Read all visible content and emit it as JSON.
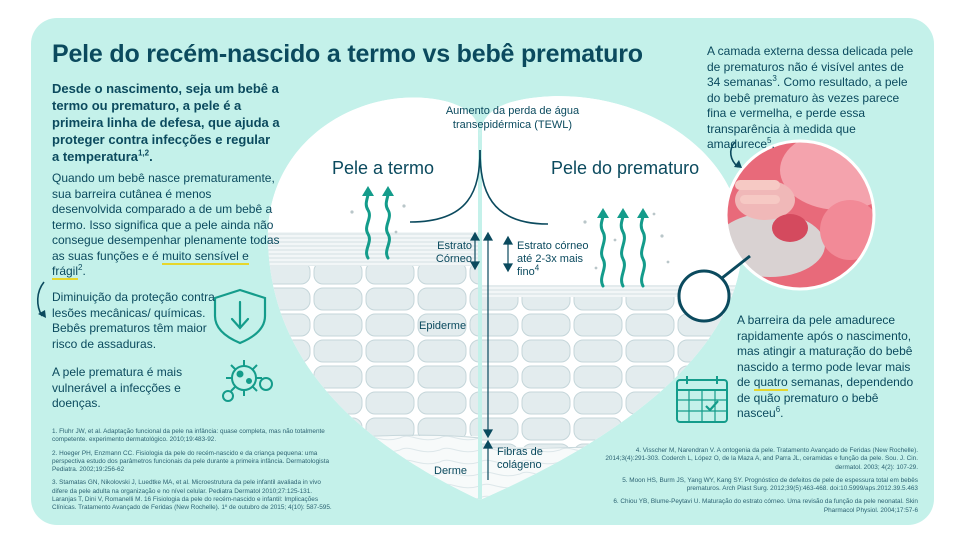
{
  "title": "Pele do recém-nascido a termo vs bebê prematuro",
  "intro": {
    "text": "Desde o nascimento, seja um bebê a termo ou prematuro, a pele é a primeira linha de defesa, que ajuda a proteger contra infecções e regular a temperatura",
    "ref": "1,2",
    "end": "."
  },
  "body1": {
    "text": "Quando um bebê nasce prematuramente, sua barreira cutânea é menos desenvolvida comparado a de um bebê a termo. Isso significa que a pele ainda não consegue desempenhar plenamente todas as suas funções e é ",
    "highlight": "muito sensível e frágil",
    "ref": "2",
    "end": "."
  },
  "body2": "Diminuição da proteção contra lesões mecânicas/ químicas. Bebês prematuros têm maior risco de assaduras.",
  "body3": "A pele prematura é mais vulnerável a infecções e doenças.",
  "tewl_label": "Aumento da perda de água transepidérmica (TEWL)",
  "term_label": "Pele a termo",
  "preterm_label": "Pele do prematuro",
  "layers": {
    "stratum": "Estrato Córneo",
    "stratum_preterm": "Estrato córneo até 2-3x mais fino",
    "stratum_preterm_ref": "4",
    "epidermis": "Epiderme",
    "collagen": "Fibras de colágeno",
    "dermis": "Derme"
  },
  "right_text1": {
    "text": "A camada externa dessa delicada pele de prematuros não é visível antes de 34 semanas",
    "ref1": "3",
    "text2": ". Como resultado, a pele do bebê prematuro às vezes parece fina e vermelha, e perde essa transparência à medida que amadurece",
    "ref2": "5",
    "end": "."
  },
  "right_text2": {
    "text": "A barreira da pele amadurece rapidamente após o nascimento, mas atingir a maturação do bebê nascido a termo pode levar mais de ",
    "highlight": "quatro",
    "text2": " semanas, dependendo de quão prematuro o bebê nasceu",
    "ref": "6",
    "end": "."
  },
  "refs_left": [
    "1. Fluhr JW, et al. Adaptação funcional da pele na infância: quase completa, mas não totalmente competente. experimento dermatológico. 2010;19:483-92.",
    "2. Hoeger PH, Enzmann CC. Fisiologia da pele do recém-nascido e da criança pequena: uma perspectiva estudo dos parâmetros funcionais da pele durante a primeira infância. Dermatologista Pediatra. 2002;19:256-62",
    "3. Stamatas GN, Nikolovski J, Luedtke MA, et al. Microestrutura da pele infantil avaliada in vivo difere da pele adulta na organização e no nível celular. Pediatra Dermatol 2010;27:125-131. Laranjas T, Dini V, Romanelli M. 16 Fisiologia da pele do recém-nascido e infantil: Implicações Clínicas. Tratamento Avançado de Feridas (New Rochelle). 1º de outubro de 2015; 4(10): 587-595."
  ],
  "refs_right": [
    "4. Visscher M, Narendran V. A ontogenia da pele. Tratamento Avançado de Feridas (New Rochelle). 2014;3(4):291-303. Coderch L, López O, de la Maza A, and Parra JL, ceramidas e função da pele. Sou. J. Cin. dermatol. 2003; 4(2): 107-29.",
    "5. Moon HS, Burm JS, Yang WY, Kang SY. Prognóstico de defeitos de pele de espessura total em bebês prematuros. Arch Plast Surg. 2012;39(5):463-468. doi:10.5999/aps.2012.39.5.463",
    "6. Chiou YB, Blume-Peytavi U. Maturação do estrato córneo. Uma revisão da função da pele neonatal. Skin Pharmacol Physiol. 2004;17:57-6"
  ],
  "colors": {
    "background": "#c4f1ea",
    "text": "#0b4a5e",
    "arrow": "#149c8b",
    "highlight": "#e6d62c",
    "skin_cells": "#d9e6e9"
  },
  "icons": [
    "shield-down-arrow-icon",
    "virus-icon",
    "calendar-icon",
    "magnifier-icon"
  ]
}
